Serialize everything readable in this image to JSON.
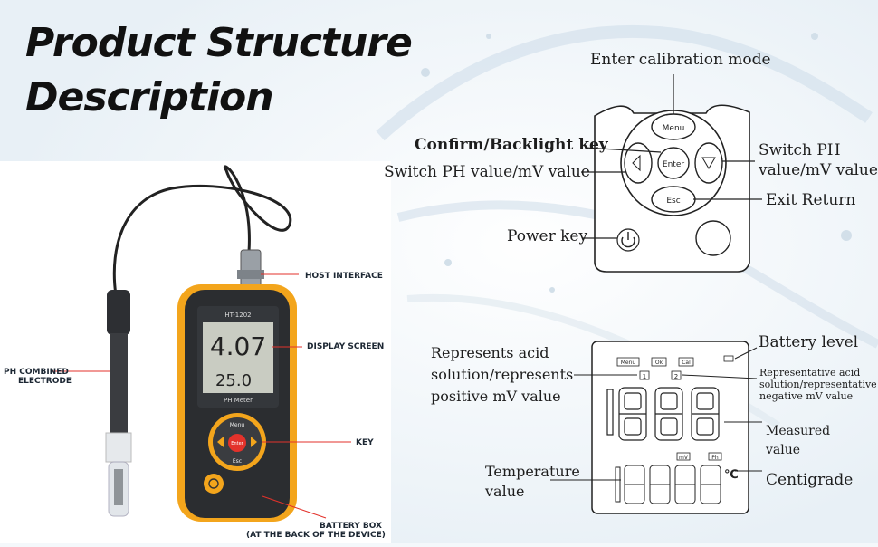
{
  "title": {
    "line1": "Product Structure",
    "line2": "Description"
  },
  "device": {
    "model": "HT-1202",
    "reading_main": "4.07",
    "reading_temp": "25.0",
    "name": "PH Meter",
    "key_menu": "Menu",
    "key_enter": "Enter",
    "key_esc": "Esc"
  },
  "photo_labels": {
    "host_interface": "HOST INTERFACE",
    "display_screen": "DISPLAY SCREEN",
    "electrode_line1": "PH COMBINED",
    "electrode_line2": "ELECTRODE",
    "key": "KEY",
    "battery_line1": "BATTERY BOX",
    "battery_line2": "(AT THE BACK OF THE DEVICE)"
  },
  "keypad_diagram": {
    "menu_key": "Menu",
    "enter_key": "Enter",
    "esc_key": "Esc",
    "calibration": "Enter calibration mode",
    "confirm": "Confirm/Backlight key",
    "switch_left": "Switch PH value/mV value",
    "switch_right_line1": "Switch PH",
    "switch_right_line2": "value/mV value",
    "exit": "Exit Return",
    "power": "Power key"
  },
  "lcd_diagram": {
    "icon_menu": "Menu",
    "icon_ok": "Ok",
    "icon_cal": "Cal",
    "marker_1": "1",
    "marker_2": "2",
    "unit_mv": "mV",
    "unit_ph": "Ph",
    "celsius": "℃",
    "battery": "Battery level",
    "acid_pos_line1": "Represents acid",
    "acid_pos_line2": "solution/represents",
    "acid_pos_line3": "positive mV value",
    "acid_neg_line1": "Representative acid",
    "acid_neg_line2": "solution/representative",
    "acid_neg_line3": "negative mV value",
    "measured_line1": "Measured",
    "measured_line2": "value",
    "temp_line1": "Temperature",
    "temp_line2": "value",
    "centigrade": "Centigrade"
  },
  "colors": {
    "accent": "#e3322b",
    "device_orange": "#f3a51c",
    "device_body": "#2b2d30",
    "lcd": "#c9ccc2"
  }
}
